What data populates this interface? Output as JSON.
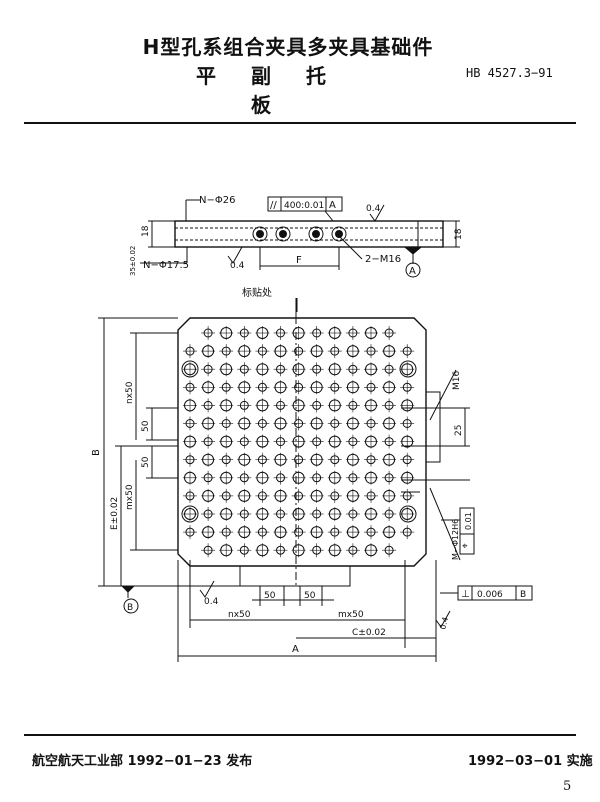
{
  "header": {
    "title_line1": "H型孔系组合夹具多夹具基础件",
    "title_line2": "平 副 托 板",
    "standard_no": "HB 4527.3−91"
  },
  "side_view": {
    "n_top": "N−Φ26",
    "tol_parallel": "//",
    "tol_value": "400:0.01",
    "datum_a": "A",
    "roughness_top": "0.4",
    "dim_18_left": "18",
    "dim_35": "35±0.02",
    "n_bottom": "N−Φ17.5",
    "roughness_bottom": "0.4",
    "dim_f": "F",
    "thread": "2−M16",
    "dim_18_right": "18",
    "datum_a_circle": "A"
  },
  "plan_view": {
    "label_mark": "标贴处",
    "dim_b": "B",
    "dim_e": "E±0.02",
    "nx50_left": "nx50",
    "mx50_left": "mx50",
    "dim_50_a": "50",
    "dim_50_b": "50",
    "m16": "M16",
    "dim_25": "25",
    "m_hole": "M−Φ12H6",
    "pos_tol": "0.01",
    "pos_sym": "⌖",
    "perp_sym": "⊥",
    "perp_value": "0.006",
    "perp_datum": "B",
    "datum_b_circle": "B",
    "roughness_plan": "0.4",
    "dim_50_bot_a": "50",
    "dim_50_bot_b": "50",
    "nx50_bottom": "nx50",
    "mx50_bottom": "mx50",
    "dim_c": "C±0.02",
    "roughness_right": "0.4",
    "dim_a": "A"
  },
  "footer": {
    "issuer": "航空航天工业部 1992−01−23 发布",
    "effective": "1992−03−01 实施",
    "page_number": "5"
  }
}
